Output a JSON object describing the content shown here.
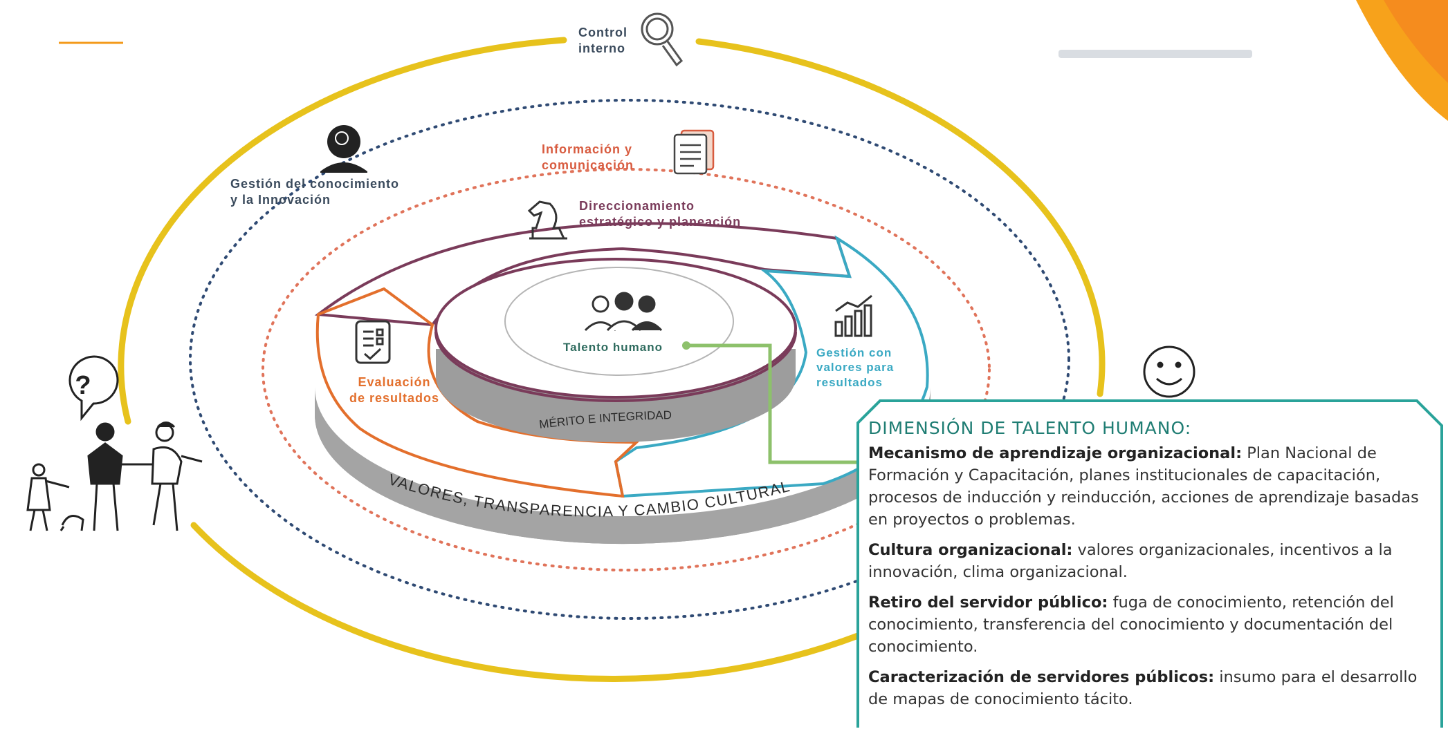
{
  "labels": {
    "control": [
      "Control",
      "interno"
    ],
    "gestion_conocimiento": [
      "Gestión del conocimiento",
      "y la Innovación"
    ],
    "informacion": [
      "Información y",
      "comunicación"
    ],
    "direccionamiento": [
      "Direccionamiento",
      "estratégico y planeación"
    ],
    "talento": "Talento humano",
    "gestion_valores": [
      "Gestión con",
      "valores para",
      "resultados"
    ],
    "evaluacion": [
      "Evaluación",
      "de resultados"
    ],
    "merito": "MÉRITO E INTEGRIDAD",
    "valores_ring": "VALORES, TRANSPARENCIA Y CAMBIO CULTURAL"
  },
  "panel": {
    "title": "DIMENSIÓN DE TALENTO HUMANO:",
    "items": [
      {
        "term": "Mecanismo de aprendizaje organizacional:",
        "text": " Plan Nacional de Formación y Capacitación, planes institucionales de capacitación, procesos de inducción y reinducción, acciones de aprendizaje basadas en proyectos o problemas."
      },
      {
        "term": "Cultura organizacional:",
        "text": " valores organizacionales, incentivos a la innovación, clima organizacional."
      },
      {
        "term": "Retiro del servidor público:",
        "text": " fuga de conocimiento, retención del conocimiento, transferencia del conocimiento y documentación del conocimiento."
      },
      {
        "term": "Caracterización de servidores públicos:",
        "text": " insumo para el desarrollo de mapas de conocimiento tácito."
      }
    ]
  },
  "colors": {
    "yellow_ring": "#e7c21c",
    "navy_dots": "#2f4a73",
    "coral_dots": "#e0735a",
    "plum": "#7a3b5a",
    "orange": "#e36f2c",
    "teal": "#3aa9c3",
    "green_connector": "#8dc16b",
    "panel_border": "#2aa39a",
    "corner_orange": "#f39a1b"
  },
  "icons": [
    "magnifier-icon",
    "head-gears-icon",
    "documents-icon",
    "chess-knight-icon",
    "team-icon",
    "growth-chart-icon",
    "checklist-icon",
    "question-bubble-icon",
    "smiley-icon",
    "family-illustration"
  ]
}
